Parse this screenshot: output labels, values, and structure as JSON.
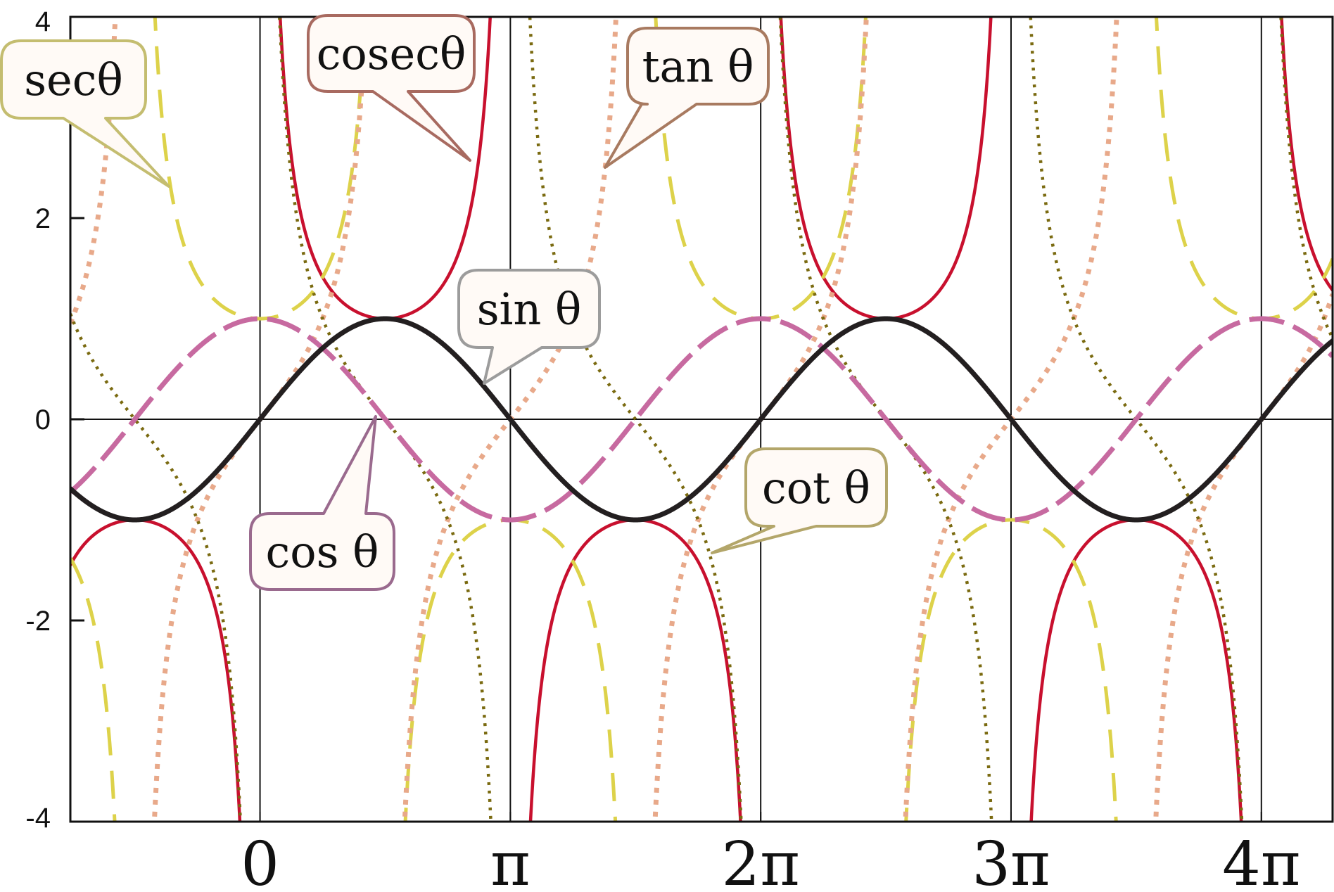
{
  "chart_data": {
    "type": "line",
    "title": "",
    "xlabel": "",
    "ylabel": "",
    "xlim": [
      -2.38,
      13.46
    ],
    "ylim": [
      -4,
      4
    ],
    "grid": true,
    "x_ticks": [
      {
        "value": 0,
        "label": "0"
      },
      {
        "value": 3.14159,
        "label": "π"
      },
      {
        "value": 6.28319,
        "label": "2π"
      },
      {
        "value": 9.42478,
        "label": "3π"
      },
      {
        "value": 12.56637,
        "label": "4π"
      }
    ],
    "y_ticks": [
      {
        "value": 4,
        "label": "4"
      },
      {
        "value": 2,
        "label": "2"
      },
      {
        "value": 0,
        "label": "0"
      },
      {
        "value": -2,
        "label": "-2"
      },
      {
        "value": -4,
        "label": "-4"
      }
    ],
    "series": [
      {
        "key": "sec",
        "func": "sec",
        "label": "secθ",
        "color": "#ddd24a",
        "bubble_border": "#c4bd70",
        "style": "dashed"
      },
      {
        "key": "cosec",
        "func": "cosec",
        "label": "cosecθ",
        "color": "#c8102e",
        "bubble_border": "#a86a60",
        "style": "solid"
      },
      {
        "key": "tan",
        "func": "tan",
        "label": "tan θ",
        "color": "#e8a98a",
        "bubble_border": "#a87a60",
        "style": "dotted"
      },
      {
        "key": "sin",
        "func": "sin",
        "label": "sin θ",
        "color": "#231f20",
        "bubble_border": "#9c9c9c",
        "style": "solid"
      },
      {
        "key": "cos",
        "func": "cos",
        "label": "cos θ",
        "color": "#c76aa0",
        "bubble_border": "#9a6a8e",
        "style": "dashed"
      },
      {
        "key": "cot",
        "func": "cot",
        "label": "cot θ",
        "color": "#7a6a10",
        "bubble_border": "#b3a66a",
        "style": "dotted"
      }
    ]
  }
}
